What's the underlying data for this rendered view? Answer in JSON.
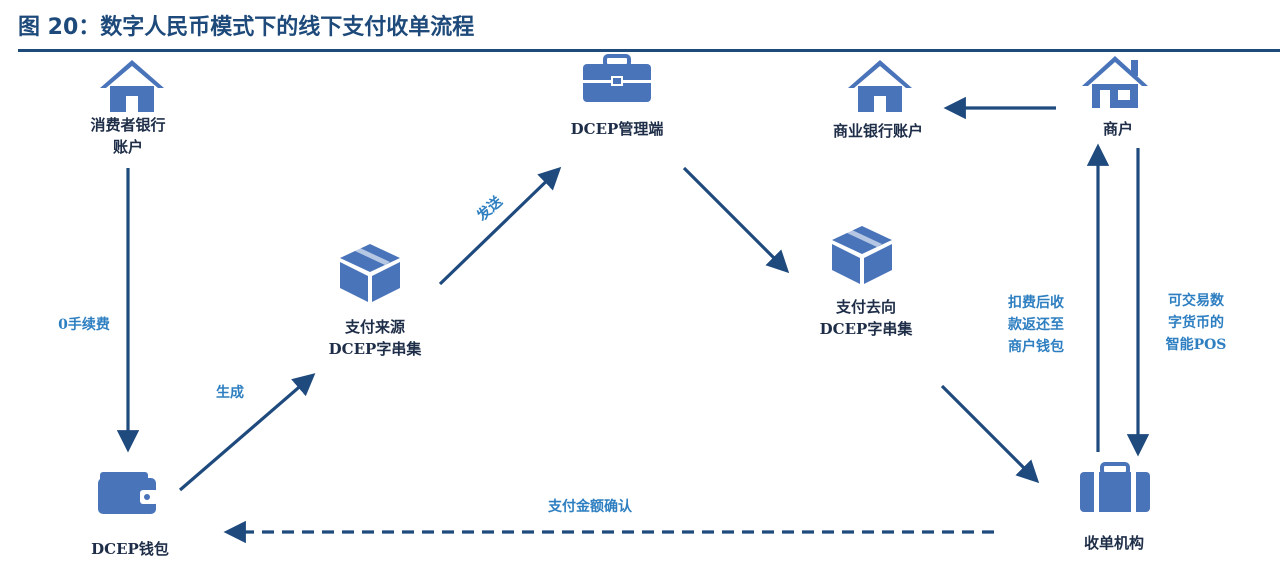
{
  "title": "图 20：数字人民币模式下的线下支付收单流程",
  "colors": {
    "title": "#1d4a7a",
    "arrow": "#1f4a7e",
    "icon": "#4a74b9",
    "edge_label": "#2e7fc1",
    "node_label": "#1f2e48"
  },
  "nodes": {
    "consumer_bank": {
      "label": "消费者银行\n账户",
      "icon": "house-icon"
    },
    "dcep_mgmt": {
      "label": "DCEP管理端",
      "icon": "briefcase-icon"
    },
    "commercial_bank": {
      "label": "商业银行账户",
      "icon": "house-icon"
    },
    "merchant": {
      "label": "商户",
      "icon": "house-icon"
    },
    "source_strings": {
      "label": "支付来源\nDCEP字串集",
      "icon": "box-icon"
    },
    "dest_strings": {
      "label": "支付去向\nDCEP字串集",
      "icon": "box-icon"
    },
    "wallet": {
      "label": "DCEP钱包",
      "icon": "wallet-icon"
    },
    "acquirer": {
      "label": "收单机构",
      "icon": "suitcase-icon"
    }
  },
  "edges": {
    "send": "发送",
    "zero_fee": "0手续费",
    "generate": "生成",
    "deduct": "扣费后收\n款返还至\n商户钱包",
    "tradable": "可交易数\n字货币的\n智能POS",
    "confirm": "支付金额确认"
  }
}
